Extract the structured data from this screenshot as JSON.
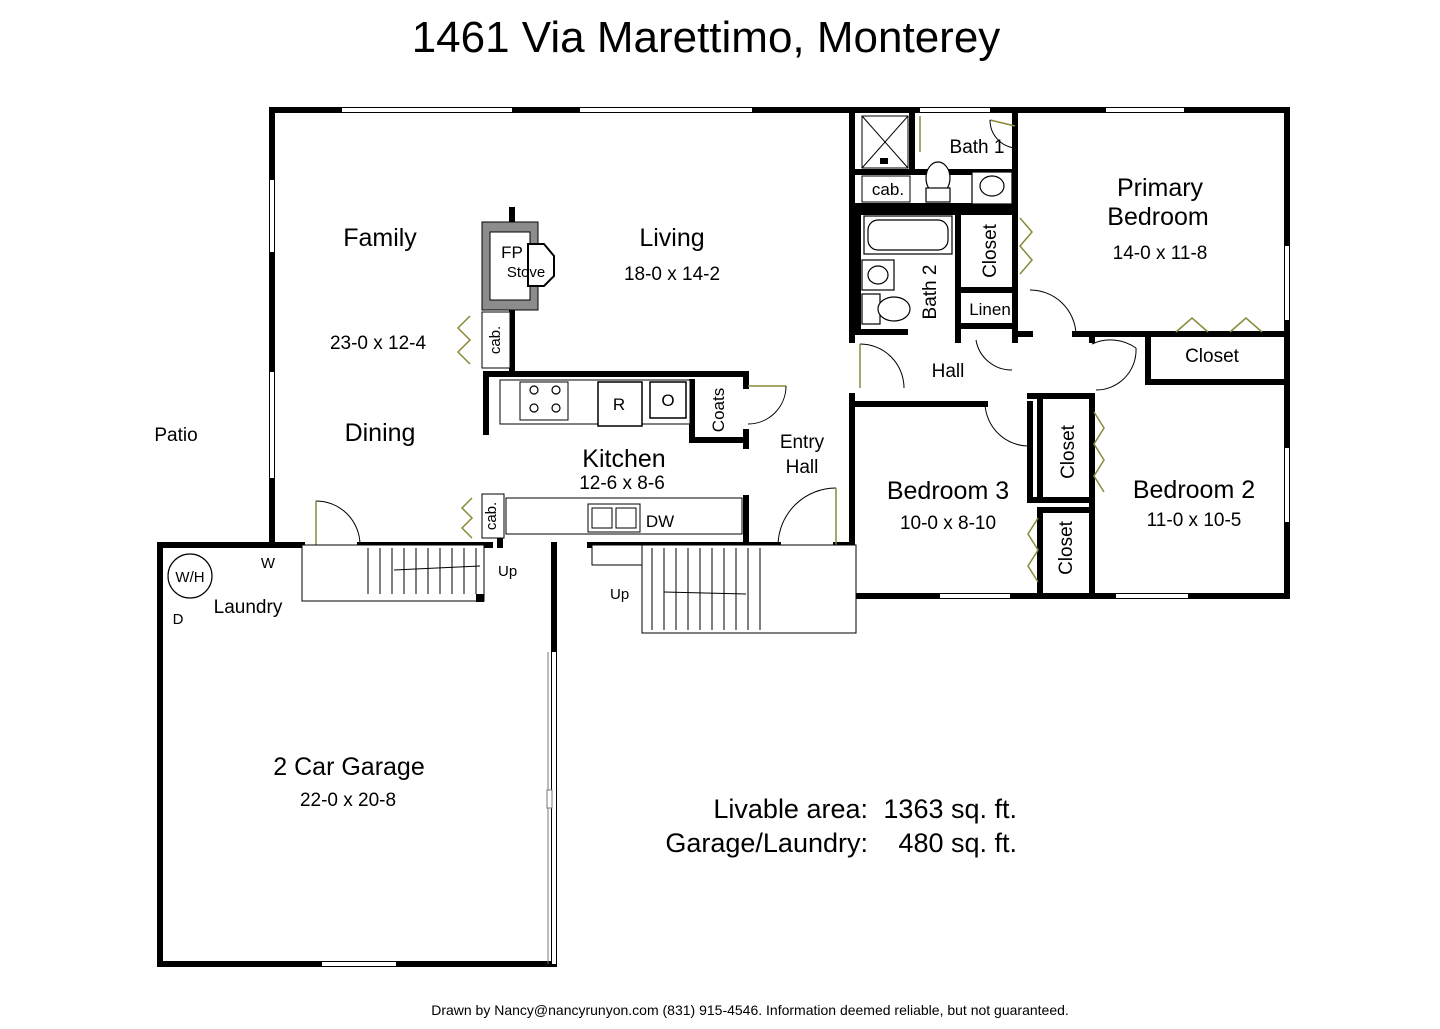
{
  "title": "1461 Via Marettimo, Monterey",
  "rooms": {
    "family": {
      "name": "Family",
      "dims": "23-0 x 12-4"
    },
    "dining": {
      "name": "Dining"
    },
    "living": {
      "name": "Living",
      "dims": "18-0 x 14-2"
    },
    "kitchen": {
      "name": "Kitchen",
      "dims": "12-6 x 8-6"
    },
    "primary_bedroom": {
      "name_line1": "Primary",
      "name_line2": "Bedroom",
      "dims": "14-0 x 11-8"
    },
    "bedroom3": {
      "name": "Bedroom 3",
      "dims": "10-0 x 8-10"
    },
    "bedroom2": {
      "name": "Bedroom 2",
      "dims": "11-0 x 10-5"
    },
    "garage": {
      "name": "2 Car Garage",
      "dims": "22-0 x 20-8"
    },
    "bath1": {
      "name": "Bath 1"
    },
    "bath2": {
      "name": "Bath 2"
    },
    "hall": {
      "name": "Hall"
    },
    "entry_hall": {
      "line1": "Entry",
      "line2": "Hall"
    },
    "laundry": {
      "name": "Laundry"
    },
    "patio": {
      "name": "Patio"
    }
  },
  "labels": {
    "fp": "FP",
    "stove": "Stove",
    "cab": "cab.",
    "closet": "Closet",
    "linen": "Linen",
    "coats": "Coats",
    "range": "R",
    "oven": "O",
    "dw": "DW",
    "up": "Up",
    "wh": "W/H",
    "washer": "W",
    "dryer": "D"
  },
  "areas": {
    "livable_label": "Livable area:",
    "livable_value": "1363 sq. ft.",
    "garage_label": "Garage/Laundry:",
    "garage_value": "480 sq. ft."
  },
  "footer": "Drawn by Nancy@nancyrunyon.com (831) 915-4546.  Information deemed reliable, but not guaranteed."
}
